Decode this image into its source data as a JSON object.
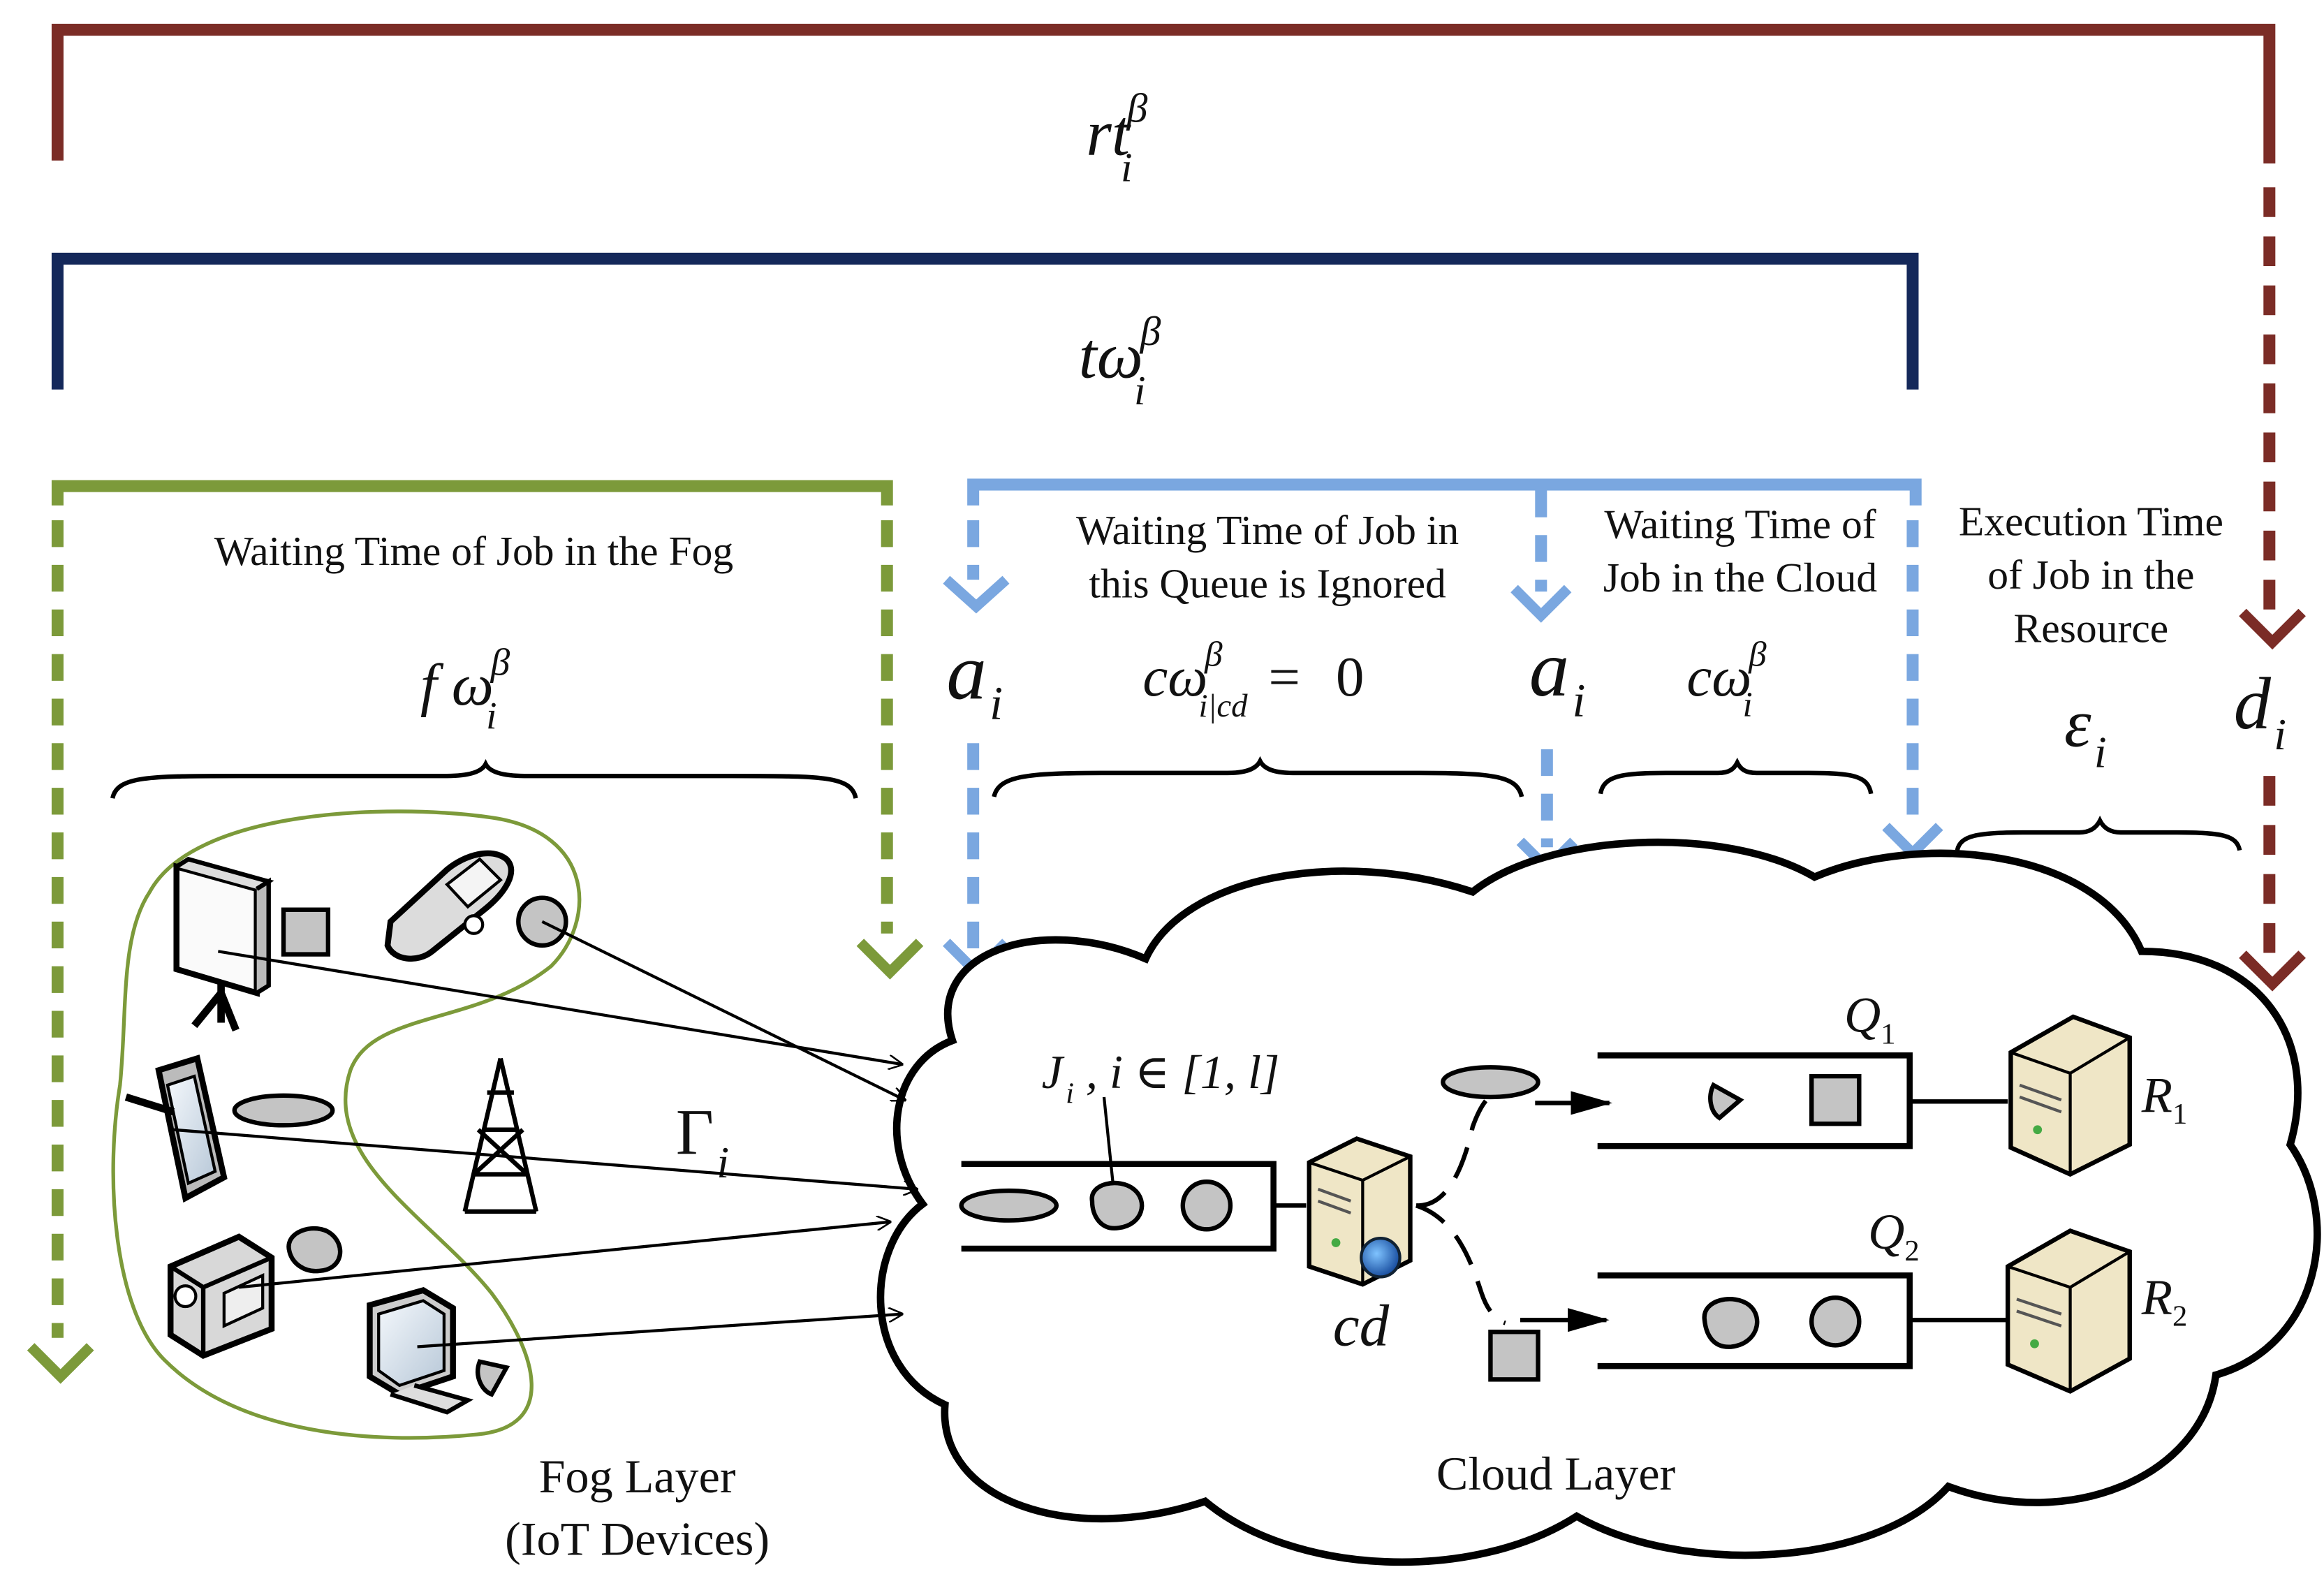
{
  "title_top": {
    "symbol": "rt",
    "sup": "β",
    "sub": "i"
  },
  "title_total_wait": {
    "symbol": "tω",
    "sup": "β",
    "sub": "i"
  },
  "fog_wait": {
    "caption": "Waiting Time of Job in the Fog",
    "symbol": "f ω",
    "sup": "β",
    "sub": "i"
  },
  "cd_wait": {
    "caption_line1": "Waiting Time of Job in",
    "caption_line2": "this Queue is Ignored",
    "symbol": "cω",
    "sup": "β",
    "sub": "i|cd",
    "equals": "=",
    "value": "0"
  },
  "cloud_wait": {
    "caption_line1": "Waiting Time of",
    "caption_line2": "Job in the Cloud",
    "symbol": "cω",
    "sup": "β",
    "sub": "i"
  },
  "execution": {
    "caption_line1": "Execution Time",
    "caption_line2": "of Job in the",
    "caption_line3": "Resource",
    "symbol": "ε",
    "sub": "i"
  },
  "arrival_1": {
    "symbol": "a",
    "sub": "i"
  },
  "arrival_2": {
    "symbol": "a",
    "sub": "i"
  },
  "departure": {
    "symbol": "d",
    "sub": "i"
  },
  "gamma": {
    "symbol": "Γ",
    "sub": "i"
  },
  "job_label": {
    "J": "J",
    "sub": "i",
    "rest": " , i ∈ [1, l]"
  },
  "dispatcher": "cd",
  "queue_1": {
    "symbol": "Q",
    "sub": "1"
  },
  "queue_2": {
    "symbol": "Q",
    "sub": "2"
  },
  "resource_1": {
    "symbol": "R",
    "sub": "1"
  },
  "resource_2": {
    "symbol": "R",
    "sub": "2"
  },
  "fog_layer": {
    "line1": "Fog Layer",
    "line2": "(IoT Devices)"
  },
  "cloud_layer": "Cloud Layer",
  "colors": {
    "rt_bracket": "#7b2c26",
    "tw_bracket": "#14285a",
    "fog_bracket": "#7c9a3a",
    "cloud_bracket": "#7aa7e0",
    "job_fill": "#c4c4c4",
    "server_body": "#efe6c6"
  },
  "icons": [
    "projector-icon",
    "mobile-phone-icon",
    "tablet-icon",
    "cell-tower-icon",
    "video-camera-icon",
    "monitor-icon",
    "server-icon",
    "globe-icon"
  ]
}
